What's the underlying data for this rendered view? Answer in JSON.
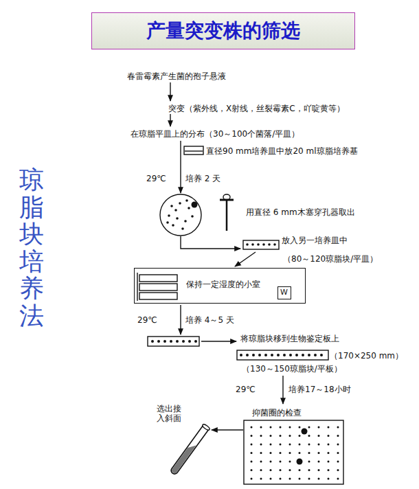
{
  "diagram": {
    "title": "产量突变株的筛选",
    "nodes": [
      {
        "text": [
          "保持一定湿度的小室"
        ]
      },
      {
        "text": [
          "W"
        ],
        "in": 0
      }
    ],
    "labels": [
      "春雷霉素产生菌的孢子悬液",
      "突变（紫外线，X射线，丝裂霉素C，吖啶黄等）",
      "在琼脂平皿上的分布（30～100个菌落/平皿）",
      "直径90 mm培养皿中放20 ml琼脂培养基",
      "29℃",
      "培养 2 天",
      "用直径 6 mm木塞穿孔器取出",
      "放入另一培养皿中",
      "（80～120琼脂块/平皿）",
      "29℃",
      "培养 4～5 天",
      "将琼脂块移到生物鉴定板上",
      "（170×250 mm）",
      "（130～150琼脂块/平板）",
      "29℃",
      "培养17～18小时",
      "抑菌圈的检查",
      "选出接 入斜面",
      "琼脂块培养法"
    ]
  }
}
